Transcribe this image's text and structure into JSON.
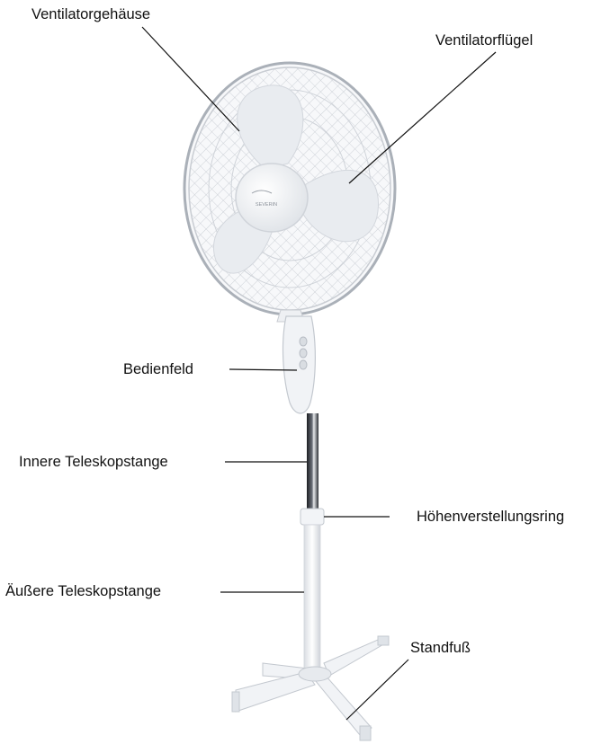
{
  "labels": {
    "housing": "Ventilatorgehäuse",
    "blades": "Ventilatorflügel",
    "control_panel": "Bedienfeld",
    "inner_pole": "Innere Teleskopstange",
    "height_ring": "Höhenverstellungsring",
    "outer_pole": "Äußere Teleskopstange",
    "base": "Standfuß"
  },
  "logo_text": "SEVERIN",
  "colors": {
    "line": "#111111",
    "plastic": "#eef0f3",
    "grille": "#b9bec6",
    "shadow": "#cfd3d9",
    "chrome": "#2a2d33"
  }
}
